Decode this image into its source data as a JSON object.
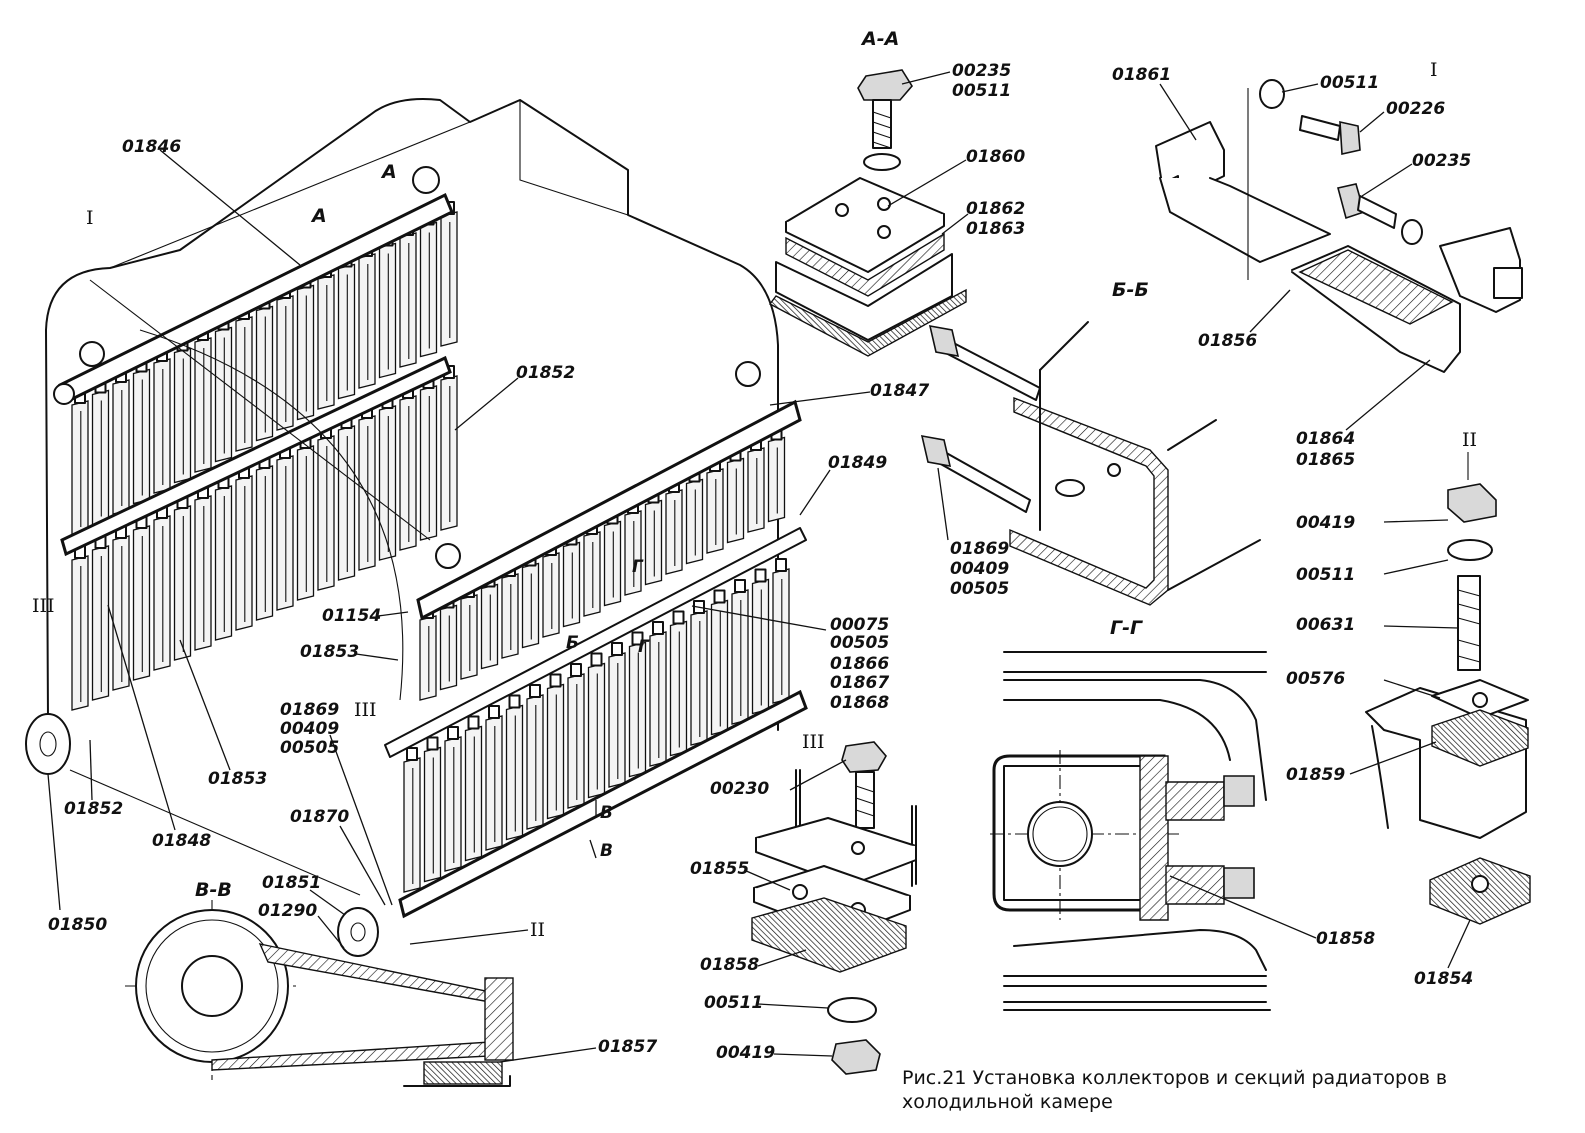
{
  "caption": {
    "line1": "Рис.21 Установка коллекторов и секций радиаторов в",
    "line2": "холодильной камере"
  },
  "section_titles": {
    "aa": "A-A",
    "bb": "Б-Б",
    "vv": "B-B",
    "gg": "Г-Г",
    "view1": "I",
    "view2": "II",
    "view3": "III"
  },
  "main_view_labels": {
    "l01846": "01846",
    "l01852a": "01852",
    "l01847": "01847",
    "l01849": "01849",
    "l01154": "01154",
    "l01853a": "01853",
    "l00075": "00075",
    "l00505a": "00505",
    "l01866": "01866",
    "l01867": "01867",
    "l01868": "01868",
    "l01869a": "01869",
    "l00409a": "00409",
    "l00505b": "00505",
    "l01853b": "01853",
    "l01852b": "01852",
    "l01848": "01848",
    "l01850": "01850",
    "l01870": "01870",
    "l01851": "01851",
    "l01290": "01290",
    "l01857": "01857",
    "cut_a": "A",
    "cut_b": "Б",
    "cut_g": "Г",
    "cut_v": "B",
    "roman1": "I",
    "roman2": "II",
    "roman3a": "III",
    "roman3b": "III"
  },
  "detail_aa_labels": {
    "l00235": "00235",
    "l00511": "00511",
    "l01860": "01860",
    "l01862": "01862",
    "l01863": "01863"
  },
  "detail_bb_labels": {
    "l01869": "01869",
    "l00409": "00409",
    "l00505": "00505"
  },
  "detail_i_labels": {
    "l01861": "01861",
    "l00511": "00511",
    "l00226": "00226",
    "l00235": "00235",
    "l01856": "01856",
    "l01864": "01864",
    "l01865": "01865"
  },
  "detail_ii_labels": {
    "l00419": "00419",
    "l00511": "00511",
    "l00631": "00631",
    "l00576": "00576",
    "l01859": "01859",
    "l01854": "01854"
  },
  "detail_iii_labels": {
    "l00230": "00230",
    "l01855": "01855",
    "l01858": "01858",
    "l00511": "00511",
    "l00419": "00419"
  },
  "detail_gg_labels": {
    "l01858": "01858"
  }
}
